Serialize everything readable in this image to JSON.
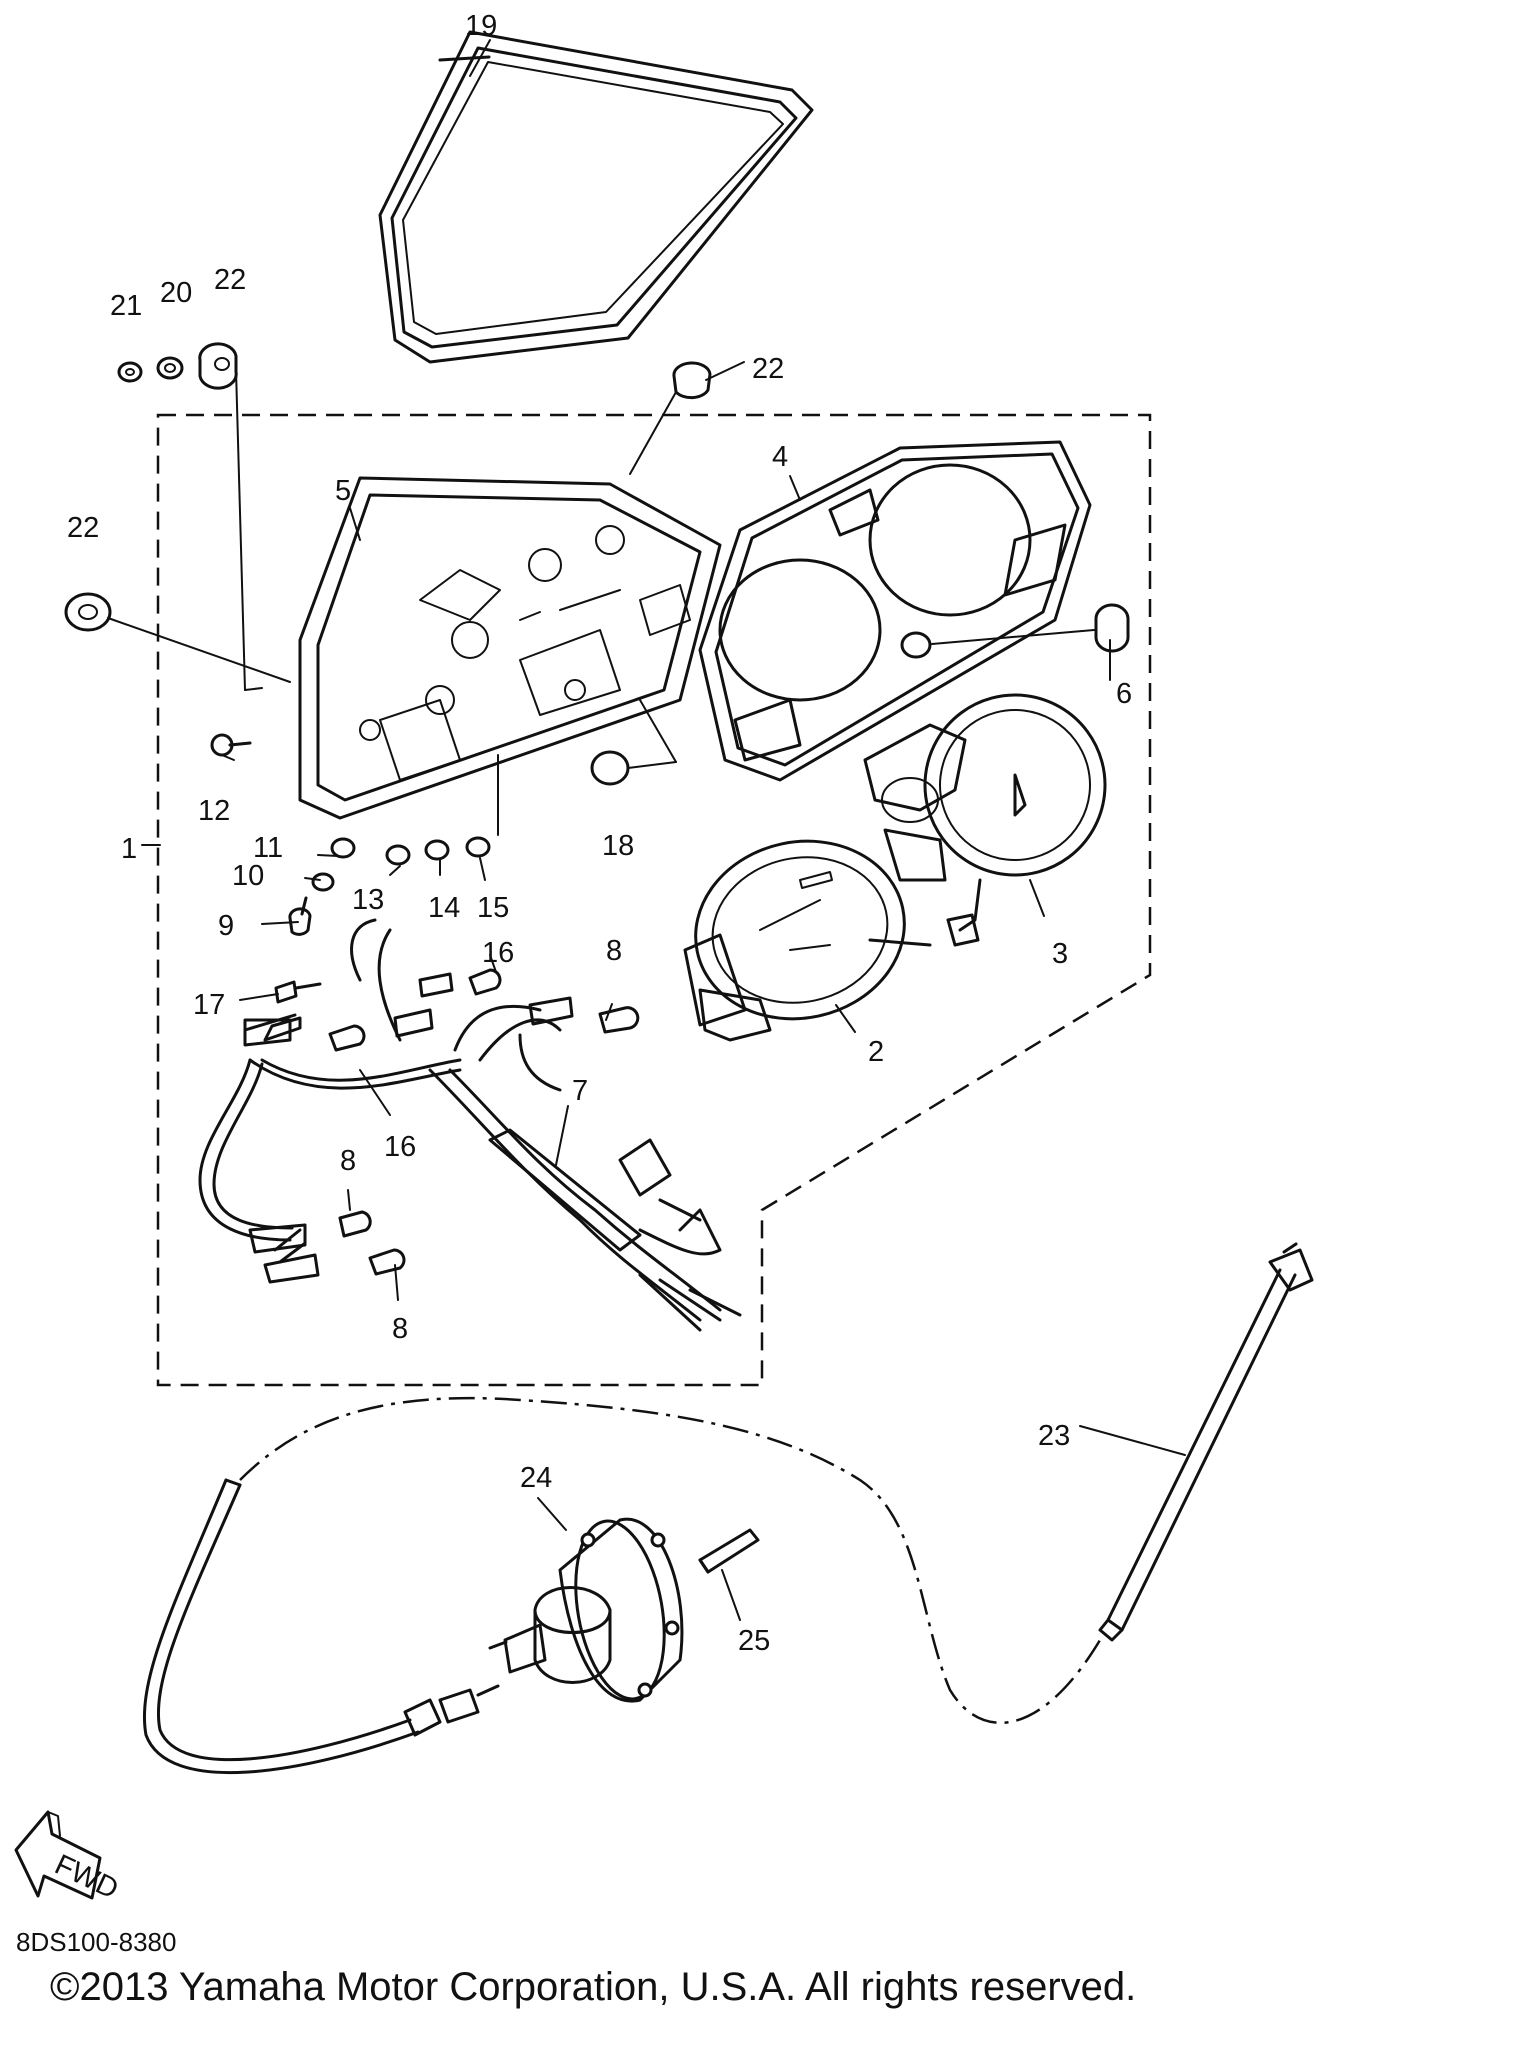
{
  "diagram": {
    "callouts": [
      "1",
      "2",
      "3",
      "4",
      "5",
      "6",
      "7",
      "8",
      "8",
      "8",
      "9",
      "10",
      "11",
      "12",
      "13",
      "14",
      "15",
      "16",
      "16",
      "17",
      "18",
      "19",
      "20",
      "21",
      "22",
      "22",
      "22",
      "23",
      "24",
      "25"
    ],
    "fwd_label": "FWD",
    "diagram_code": "8DS100-8380",
    "copyright": "©2013 Yamaha Motor Corporation, U.S.A. All rights reserved."
  }
}
